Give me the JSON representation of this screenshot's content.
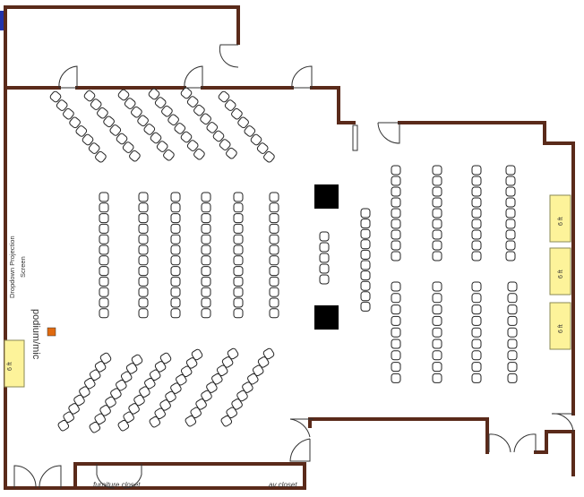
{
  "labels": {
    "projection_line1": "Dropdown Projection",
    "projection_line2": "Screen",
    "podium": "podium/mic",
    "table": "6 ft",
    "furniture_closet": "furniture closet",
    "av_closet": "av closet"
  },
  "colors": {
    "wall": "#5a2a1a",
    "table": "#fdf39a",
    "podium": "#e06a10",
    "speaker": "#000000"
  }
}
